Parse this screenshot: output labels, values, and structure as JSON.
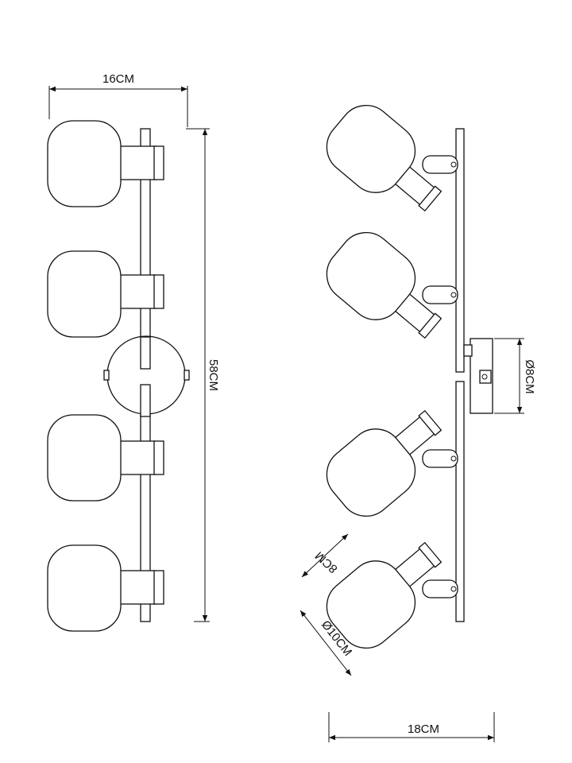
{
  "dimensions": {
    "front_width": "16CM",
    "front_height": "58CM",
    "side_base": "Ø8CM",
    "shade_depth": "8CM",
    "shade_diameter": "Ø10CM",
    "side_width": "18CM"
  },
  "colors": {
    "line": "#111111",
    "background": "#ffffff"
  }
}
